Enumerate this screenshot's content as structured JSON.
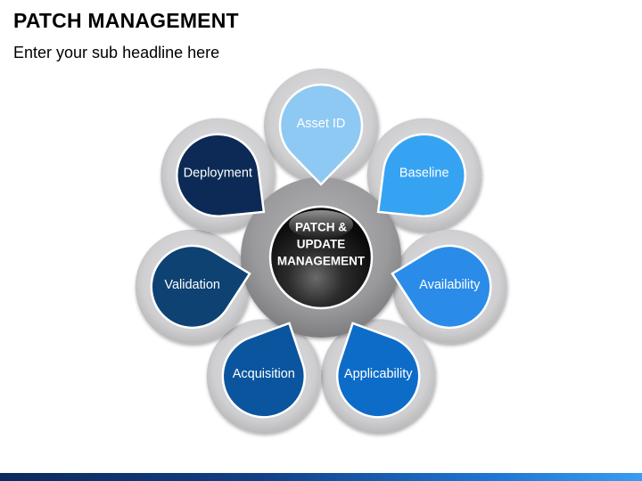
{
  "header": {
    "title": "PATCH MANAGEMENT",
    "subtitle": "Enter your sub headline here"
  },
  "hub": {
    "lines": [
      "PATCH &",
      "UPDATE",
      "MANAGEMENT"
    ]
  },
  "petals": [
    {
      "id": "asset-id",
      "label": "Asset ID",
      "color": "#8ec9f4"
    },
    {
      "id": "baseline",
      "label": "Baseline",
      "color": "#36a3f2"
    },
    {
      "id": "availability",
      "label": "Availability",
      "color": "#2a8ce8"
    },
    {
      "id": "applicability",
      "label": "Applicability",
      "color": "#0d6cc8"
    },
    {
      "id": "acquisition",
      "label": "Acquisition",
      "color": "#0a559e"
    },
    {
      "id": "validation",
      "label": "Validation",
      "color": "#0d4272"
    },
    {
      "id": "deployment",
      "label": "Deployment",
      "color": "#0c2a55"
    }
  ],
  "colors": {
    "ring": "#d4d4d6",
    "ring_outer": "#c6c6c8",
    "hub_sphere": "#1c1c1c",
    "bottom_bar": "#123f85"
  }
}
